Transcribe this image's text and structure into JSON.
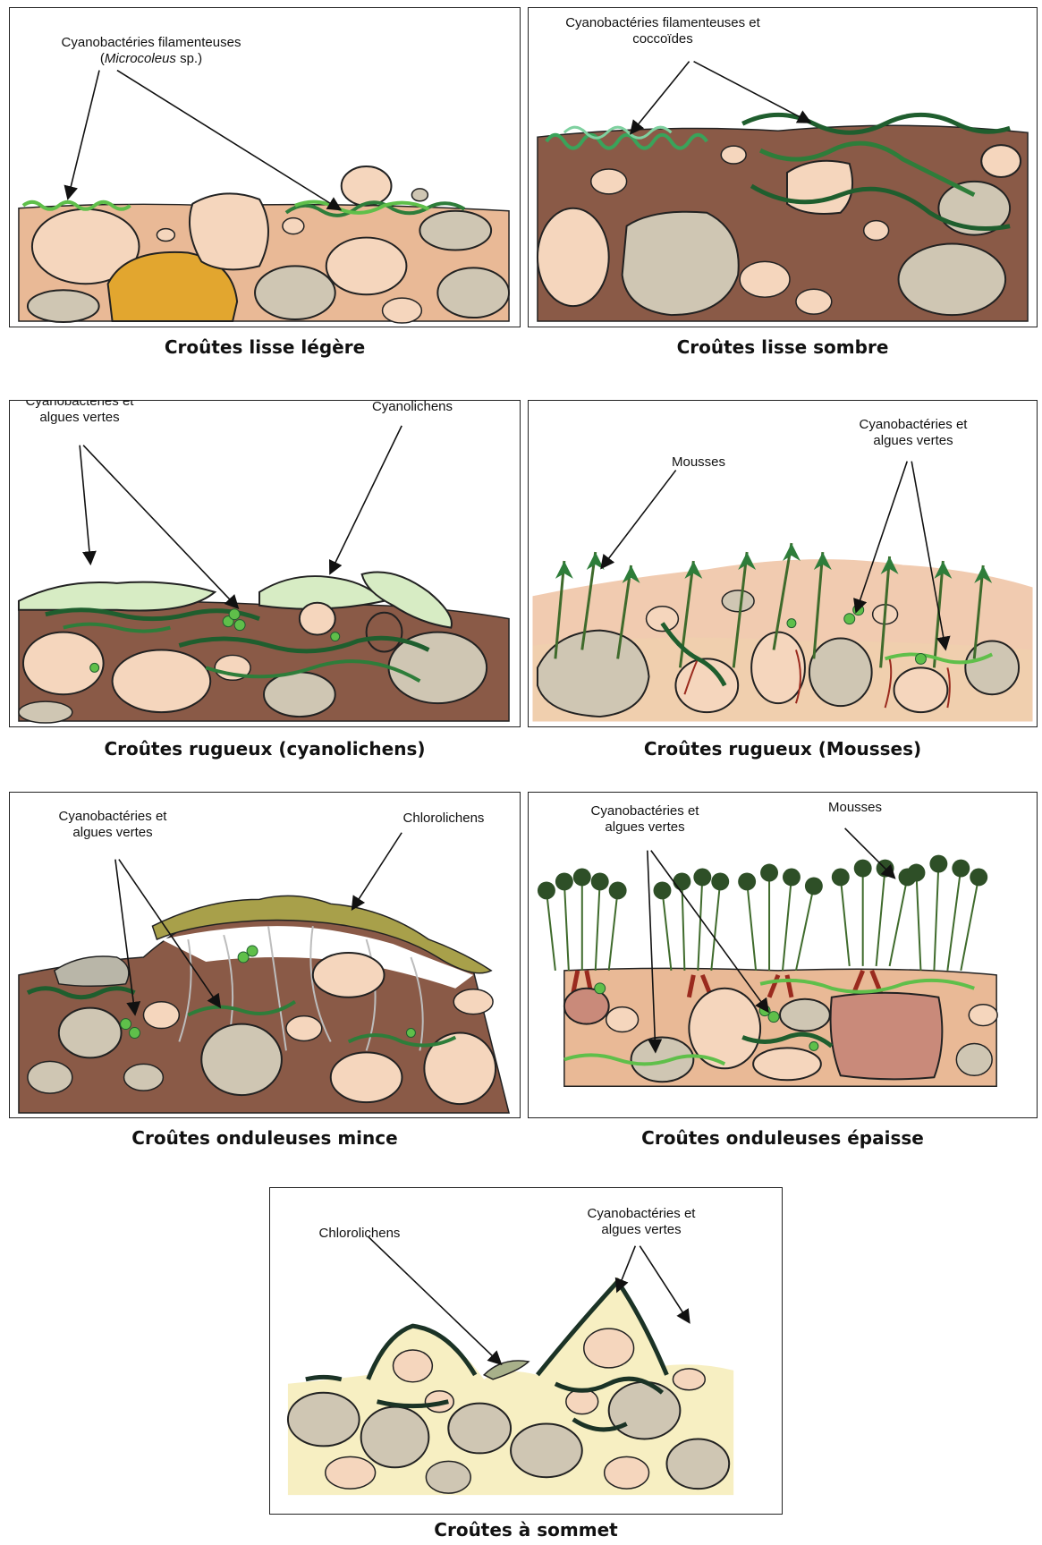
{
  "panels": {
    "p1": {
      "caption": "Croûtes lisse légère",
      "labels": {
        "filaments_line1": "Cyanobactéries filamenteuses",
        "filaments_genus": "Microcoleus",
        "filaments_suffix": " sp.)",
        "filaments_prefix": "("
      }
    },
    "p2": {
      "caption": "Croûtes lisse sombre",
      "labels": {
        "line1": "Cyanobactéries filamenteuses et",
        "line2": "coccoïdes"
      }
    },
    "p3": {
      "caption": "Croûtes rugueux (cyanolichens)",
      "labels": {
        "cyano_line1": "Cyanobactéries et",
        "cyano_line2": "algues vertes",
        "cyanolichens": "Cyanolichens"
      }
    },
    "p4": {
      "caption": "Croûtes rugueux (Mousses)",
      "labels": {
        "mousses": "Mousses",
        "cyano_line1": "Cyanobactéries et",
        "cyano_line2": "algues vertes"
      }
    },
    "p5": {
      "caption": "Croûtes onduleuses mince",
      "labels": {
        "cyano_line1": "Cyanobactéries et",
        "cyano_line2": "algues vertes",
        "chlorolichens": "Chlorolichens"
      }
    },
    "p6": {
      "caption": "Croûtes onduleuses épaisse",
      "labels": {
        "cyano_line1": "Cyanobactéries et",
        "cyano_line2": "algues vertes",
        "mousses": "Mousses"
      }
    },
    "p7": {
      "caption": "Croûtes à sommet",
      "labels": {
        "chlorolichens": "Chlorolichens",
        "cyano_line1": "Cyanobactéries et",
        "cyano_line2": "algues vertes"
      }
    }
  },
  "colors": {
    "soil_light": "#e9b996",
    "soil_dark": "#8a5a47",
    "stone_beige": "#f5d6bd",
    "stone_grey": "#cfc6b3",
    "stone_ochre": "#e2a62f",
    "cyano_green": "#2e7d3a",
    "light_green": "#5fbf4a",
    "lichen_pale": "#d7ecc4",
    "moss_green": "#3f6b2c",
    "moss_root": "#9a2a1e",
    "sand_yellow": "#f7efc2",
    "outline": "#222222"
  }
}
